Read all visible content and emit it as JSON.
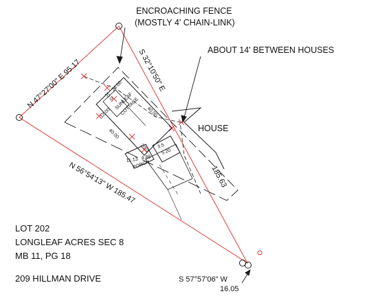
{
  "annotations": {
    "fence_note_line1": "ENCROACHING FENCE",
    "fence_note_line2": "(MOSTLY 4' CHAIN-LINK)",
    "gap_note": "ABOUT 14' BETWEEN HOUSES",
    "house_label": "HOUSE"
  },
  "bearings": {
    "north_line": "N 47°27'00\" E  95.17",
    "east_line_bearing": "S 32°10'50\" E",
    "east_line_distance": "185.63",
    "southwest_line": "N 56°54'13\" W  185.47",
    "south_line_bearing": "S 57°57'06\" W",
    "south_line_distance": "16.05"
  },
  "structure_labels": {
    "label_24": "24.00",
    "label_sunleaf": "SUNLEAF",
    "label_cottage": "COTTAGE",
    "label_40a": "40.00",
    "label_40b": "40.00",
    "label_12": "12.00",
    "label_11": "11.13",
    "label_4": "4.88",
    "label_porch": "PORCH",
    "label_35": "3.5",
    "label_520": "5.20",
    "label_20a": "20.0",
    "label_20b": "20.0"
  },
  "lot_info": {
    "lot": "LOT 202",
    "subdivision": "LONGLEAF ACRES SEC 8",
    "map_book": "MB 11, PG 18",
    "address": "209 HILLMAN DRIVE"
  },
  "colors": {
    "boundary": "#e23a3a",
    "linework": "#1a1a1a",
    "fence_marker": "#e23a3a"
  }
}
